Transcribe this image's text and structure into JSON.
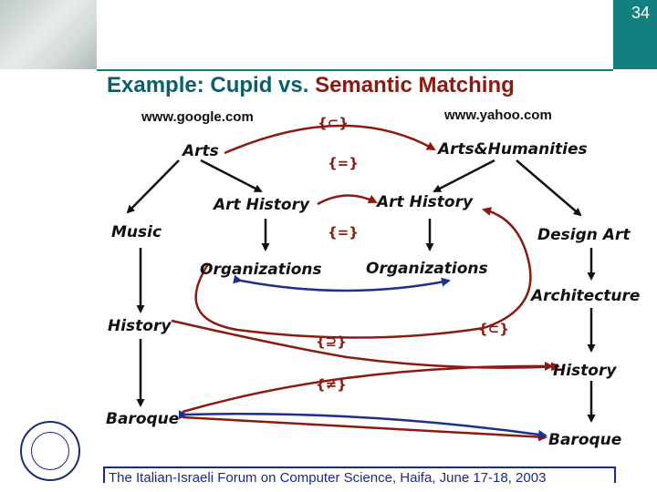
{
  "slide": {
    "page_number": "34",
    "title_part1": "Example: ",
    "title_part2": "Cupid vs. ",
    "title_part3": "Semantic Matching",
    "footer": "The Italian-Israeli Forum on Computer Science, Haifa, June 17-18, 2003"
  },
  "diagram": {
    "left_source": "www.google.com",
    "right_source": "www.yahoo.com",
    "left_nodes": {
      "arts": "Arts",
      "art_history": "Art History",
      "music": "Music",
      "organizations": "Organizations",
      "history": "History",
      "baroque": "Baroque"
    },
    "right_nodes": {
      "arts_humanities": "Arts&Humanities",
      "art_history": "Art History",
      "design_art": "Design Art",
      "organizations": "Organizations",
      "architecture": "Architecture",
      "history": "History",
      "baroque": "Baroque"
    },
    "relations": {
      "subset_top": "{⊂}",
      "equal_top": "{=}",
      "equal_mid": "{=}",
      "superset": "{⊇}",
      "subset_mid": "{⊂}",
      "not_equal": "{≠}"
    },
    "colors": {
      "match_arrow": "#8b1a12",
      "cupid_arrow": "#1f2f8a",
      "tree_edge": "#111111"
    }
  }
}
